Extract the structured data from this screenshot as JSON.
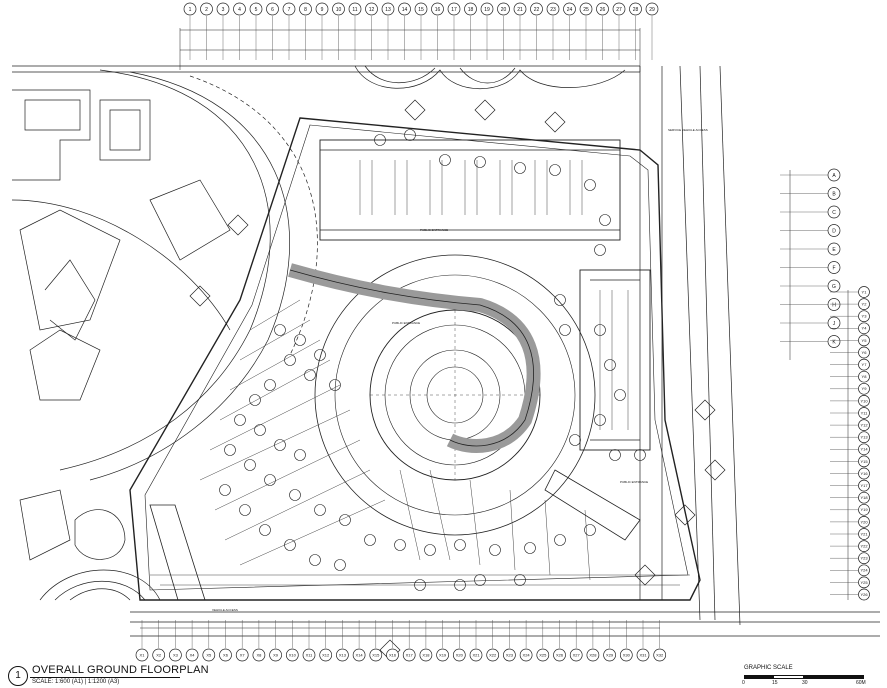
{
  "drawing": {
    "title_number": "1",
    "title": "OVERALL GROUND FLOORPLAN",
    "scale_note": "SCALE: 1:600 (A1) | 1:1200 (A3)",
    "graphic_scale_label": "GRAPHIC SCALE",
    "graphic_scale_ticks": [
      "0",
      "15",
      "30",
      "60M"
    ]
  },
  "grid_top": [
    "1",
    "2",
    "3",
    "4",
    "5",
    "6",
    "7",
    "8",
    "9",
    "10",
    "11",
    "12",
    "13",
    "14",
    "15",
    "16",
    "17",
    "18",
    "19",
    "20",
    "21",
    "22",
    "23",
    "24",
    "25",
    "26",
    "27",
    "28",
    "29"
  ],
  "grid_bottom": [
    "X1",
    "X2",
    "X3",
    "X4",
    "X5",
    "X6",
    "X7",
    "X8",
    "X9",
    "X10",
    "X11",
    "X12",
    "X13",
    "X14",
    "X15",
    "X16",
    "X17",
    "X18",
    "X19",
    "X20",
    "X21",
    "X22",
    "X23",
    "X24",
    "X25",
    "X26",
    "X27",
    "X28",
    "X29",
    "X30",
    "X31",
    "X32"
  ],
  "grid_right_a": [
    "A",
    "B",
    "C",
    "D",
    "E",
    "F",
    "G",
    "H",
    "J",
    "K"
  ],
  "grid_right_b": [
    "Y1",
    "Y2",
    "Y3",
    "Y4",
    "Y5",
    "Y6",
    "Y7",
    "Y8",
    "Y9",
    "Y10",
    "Y11",
    "Y12",
    "Y13",
    "Y14",
    "Y15",
    "Y16",
    "Y17",
    "Y18",
    "Y19",
    "Y20",
    "Y21",
    "Y22",
    "Y23",
    "Y24",
    "Y25",
    "Y26"
  ],
  "annotations": {
    "public_entrance": "PUBLIC ENTRANCE",
    "service_vehicle_access": "SERVICE VEHICLE ACCESS",
    "vehicle_access": "VEHICLE ACCESS"
  }
}
